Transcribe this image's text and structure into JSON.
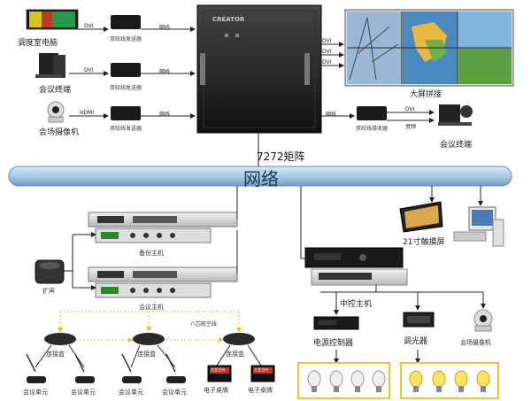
{
  "colors": {
    "network_bar": "#a9cbe6",
    "matrix_body": "#1c1c1c",
    "line_yellow": "#f0c020",
    "line_dark": "#222222",
    "highlight_box": "#f4c430"
  },
  "network": {
    "label": "网络"
  },
  "matrix": {
    "label": "7272矩阵",
    "brand": "CREATOR"
  },
  "sources": [
    {
      "label": "调度室电脑",
      "signal": "DVI",
      "transmitter": "双绞线发送器",
      "cable": "网线"
    },
    {
      "label": "会议终端",
      "signal": "DVI",
      "transmitter": "双绞线发送器",
      "cable": "网线"
    },
    {
      "label": "会场摄像机",
      "signal": "HDMI",
      "transmitter": "双绞线发送器",
      "cable": "网线"
    }
  ],
  "outputs": {
    "dvi_labels": [
      "DVI",
      "DVI",
      "DVI"
    ],
    "video_wall": "大屏拼接",
    "receiver": "双绞线接收器",
    "cable": "网线",
    "signal_dvi": "DVI",
    "signal_audio": "音频",
    "terminal": "会议终端"
  },
  "right_devices": {
    "touch_screen": "21寸触摸屏",
    "central_control": "中控主机",
    "power_controller": "电源控制器",
    "dimmer": "调光器",
    "camera": "会场摄像机"
  },
  "conference": {
    "backup_host": "备份主机",
    "speaker": "扩声",
    "main_host": "会议主机",
    "cable_label": "八芯航空线",
    "junction_boxes": [
      "连接盒",
      "连接盒",
      "连接盒"
    ],
    "units": [
      "会议单元",
      "会议单元",
      "会议单元",
      "会议单元"
    ],
    "nameplates": [
      "电子桌牌",
      "电子桌牌"
    ],
    "nameplate_text": "大会主持"
  }
}
